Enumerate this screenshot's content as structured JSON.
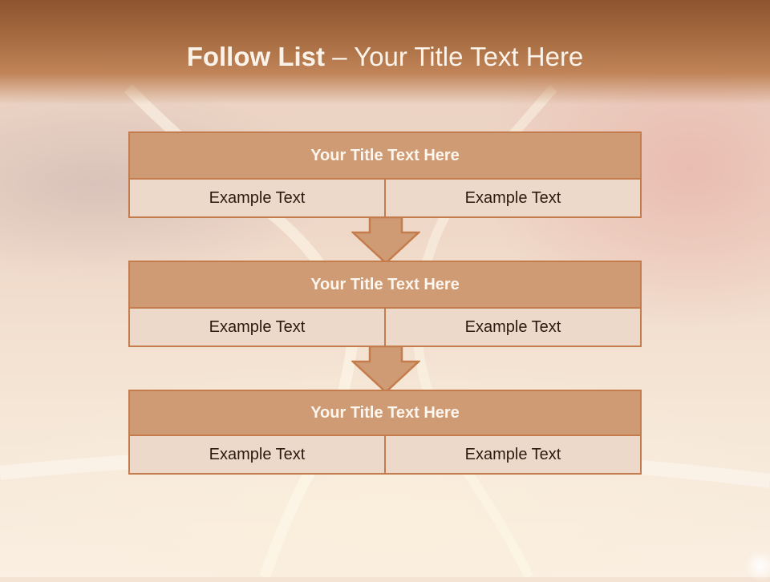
{
  "slide": {
    "title_bold": "Follow List",
    "title_rest": "– Your Title Text Here"
  },
  "blocks": [
    {
      "title": "Your Title Text Here",
      "left": "Example Text",
      "right": "Example Text"
    },
    {
      "title": "Your Title Text Here",
      "left": "Example Text",
      "right": "Example Text"
    },
    {
      "title": "Your Title Text Here",
      "left": "Example Text",
      "right": "Example Text"
    }
  ],
  "colors": {
    "header_brown": "#a66a40",
    "block_header": "#cf9b74",
    "block_cell": "#edd9ca",
    "border": "#c47c4c"
  }
}
